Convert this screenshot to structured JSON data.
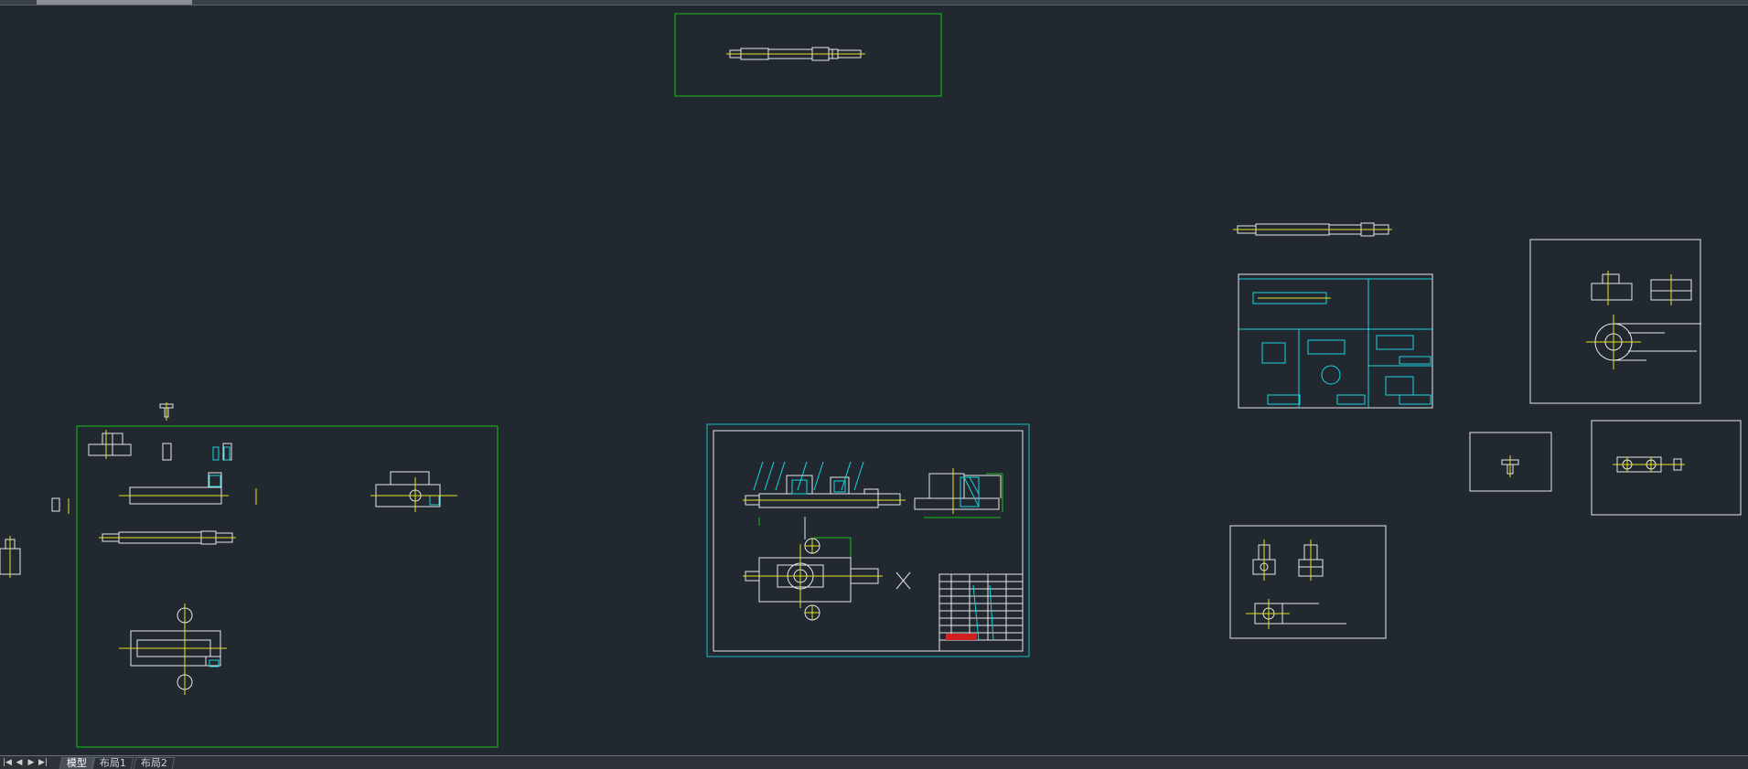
{
  "layout_tabs": [
    {
      "label": "模型",
      "active": true
    },
    {
      "label": "布局1",
      "active": false
    },
    {
      "label": "布局2",
      "active": false
    }
  ],
  "nav_buttons": [
    "|◀",
    "◀",
    "▶",
    "▶|"
  ],
  "colors": {
    "background": "#212830",
    "frame_green": "#13c413",
    "frame_cyan": "#1bbbcb",
    "geometry_white": "#e8e8e8",
    "centerline_yellow": "#e8e020",
    "dimension_cyan": "#19d4e0",
    "title_red": "#d22020"
  }
}
